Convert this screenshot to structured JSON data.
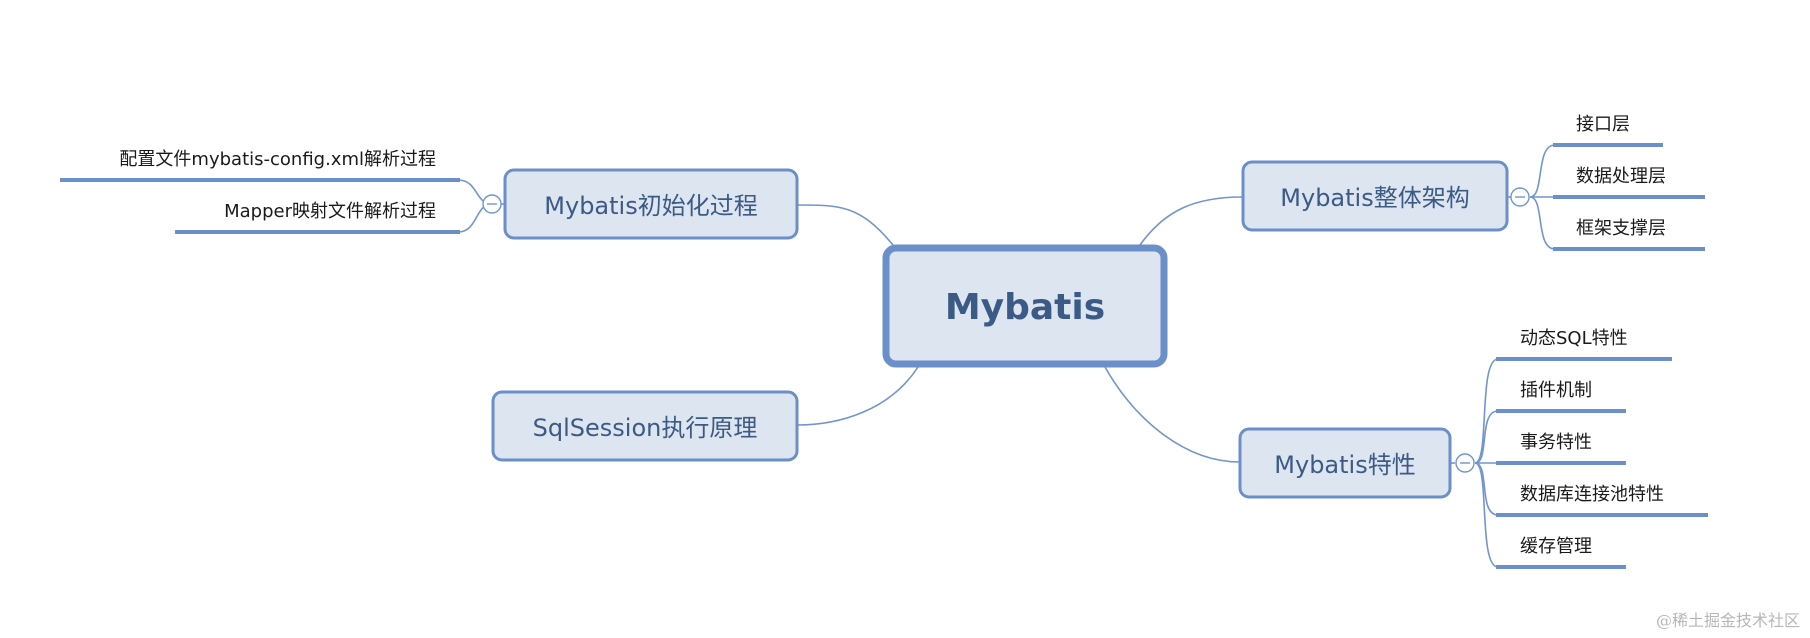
{
  "center": {
    "label": "Mybatis"
  },
  "branches": {
    "init": {
      "label": "Mybatis初始化过程",
      "items": [
        "配置文件mybatis-config.xml解析过程",
        "Mapper映射文件解析过程"
      ]
    },
    "session": {
      "label": "SqlSession执行原理",
      "items": []
    },
    "arch": {
      "label": "Mybatis整体架构",
      "items": [
        "接口层",
        "数据处理层",
        "框架支撑层"
      ]
    },
    "features": {
      "label": "Mybatis特性",
      "items": [
        "动态SQL特性",
        "插件机制",
        "事务特性",
        "数据库连接池特性",
        "缓存管理"
      ]
    }
  },
  "watermark": "@稀土掘金技术社区",
  "colors": {
    "node_fill": "#dde5f1",
    "node_border": "#6b8fc8",
    "node_text": "#3b5a85",
    "connector": "#7195ce"
  }
}
